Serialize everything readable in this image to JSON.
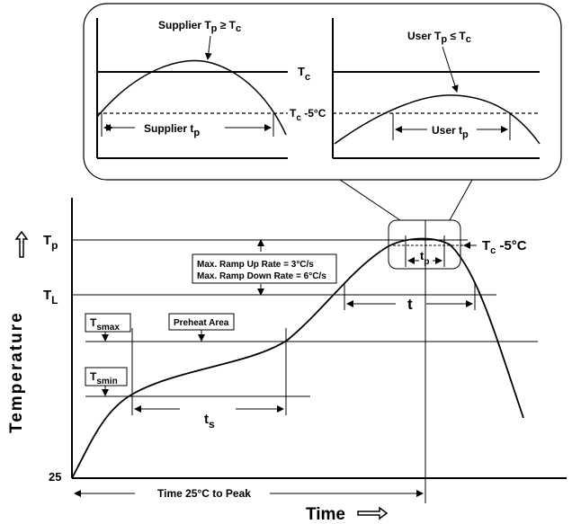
{
  "inset": {
    "left": {
      "title_main": "Supplier T",
      "title_sub": "p",
      "title_rel": " ≥ T",
      "title_sub2": "c",
      "tp_label_main": "Supplier t",
      "tp_label_sub": "p"
    },
    "right": {
      "title_main": "User T",
      "title_sub": "p",
      "title_rel": " ≤ T",
      "title_sub2": "c",
      "tp_label_main": "User t",
      "tp_label_sub": "p"
    },
    "tc_label_main": "T",
    "tc_label_sub": "c",
    "tc5_label_main": "T",
    "tc5_label_sub": "c",
    "tc5_label_rest": " -5°C"
  },
  "main": {
    "tp_label_main": "T",
    "tp_label_sub": "p",
    "tl_label_main": "T",
    "tl_label_sub": "L",
    "tsmax_main": "T",
    "tsmax_sub": "smax",
    "tsmin_main": "T",
    "tsmin_sub": "smin",
    "preheat_label": "Preheat Area",
    "ramp_up": "Max. Ramp Up Rate = 3°C/s",
    "ramp_down": "Max. Ramp Down Rate = 6°C/s",
    "ts_main": "t",
    "ts_sub": "s",
    "t_label": "t",
    "tp_small_main": "t",
    "tp_small_sub": "p",
    "tc5_main": "T",
    "tc5_sub": "c",
    "tc5_rest": " -5°C",
    "y_start": "25",
    "time_to_peak": "Time 25°C to Peak",
    "y_axis_title": "Temperature",
    "x_axis_title": "Time"
  },
  "icons": [
    "up-arrow-icon",
    "right-arrow-icon"
  ]
}
